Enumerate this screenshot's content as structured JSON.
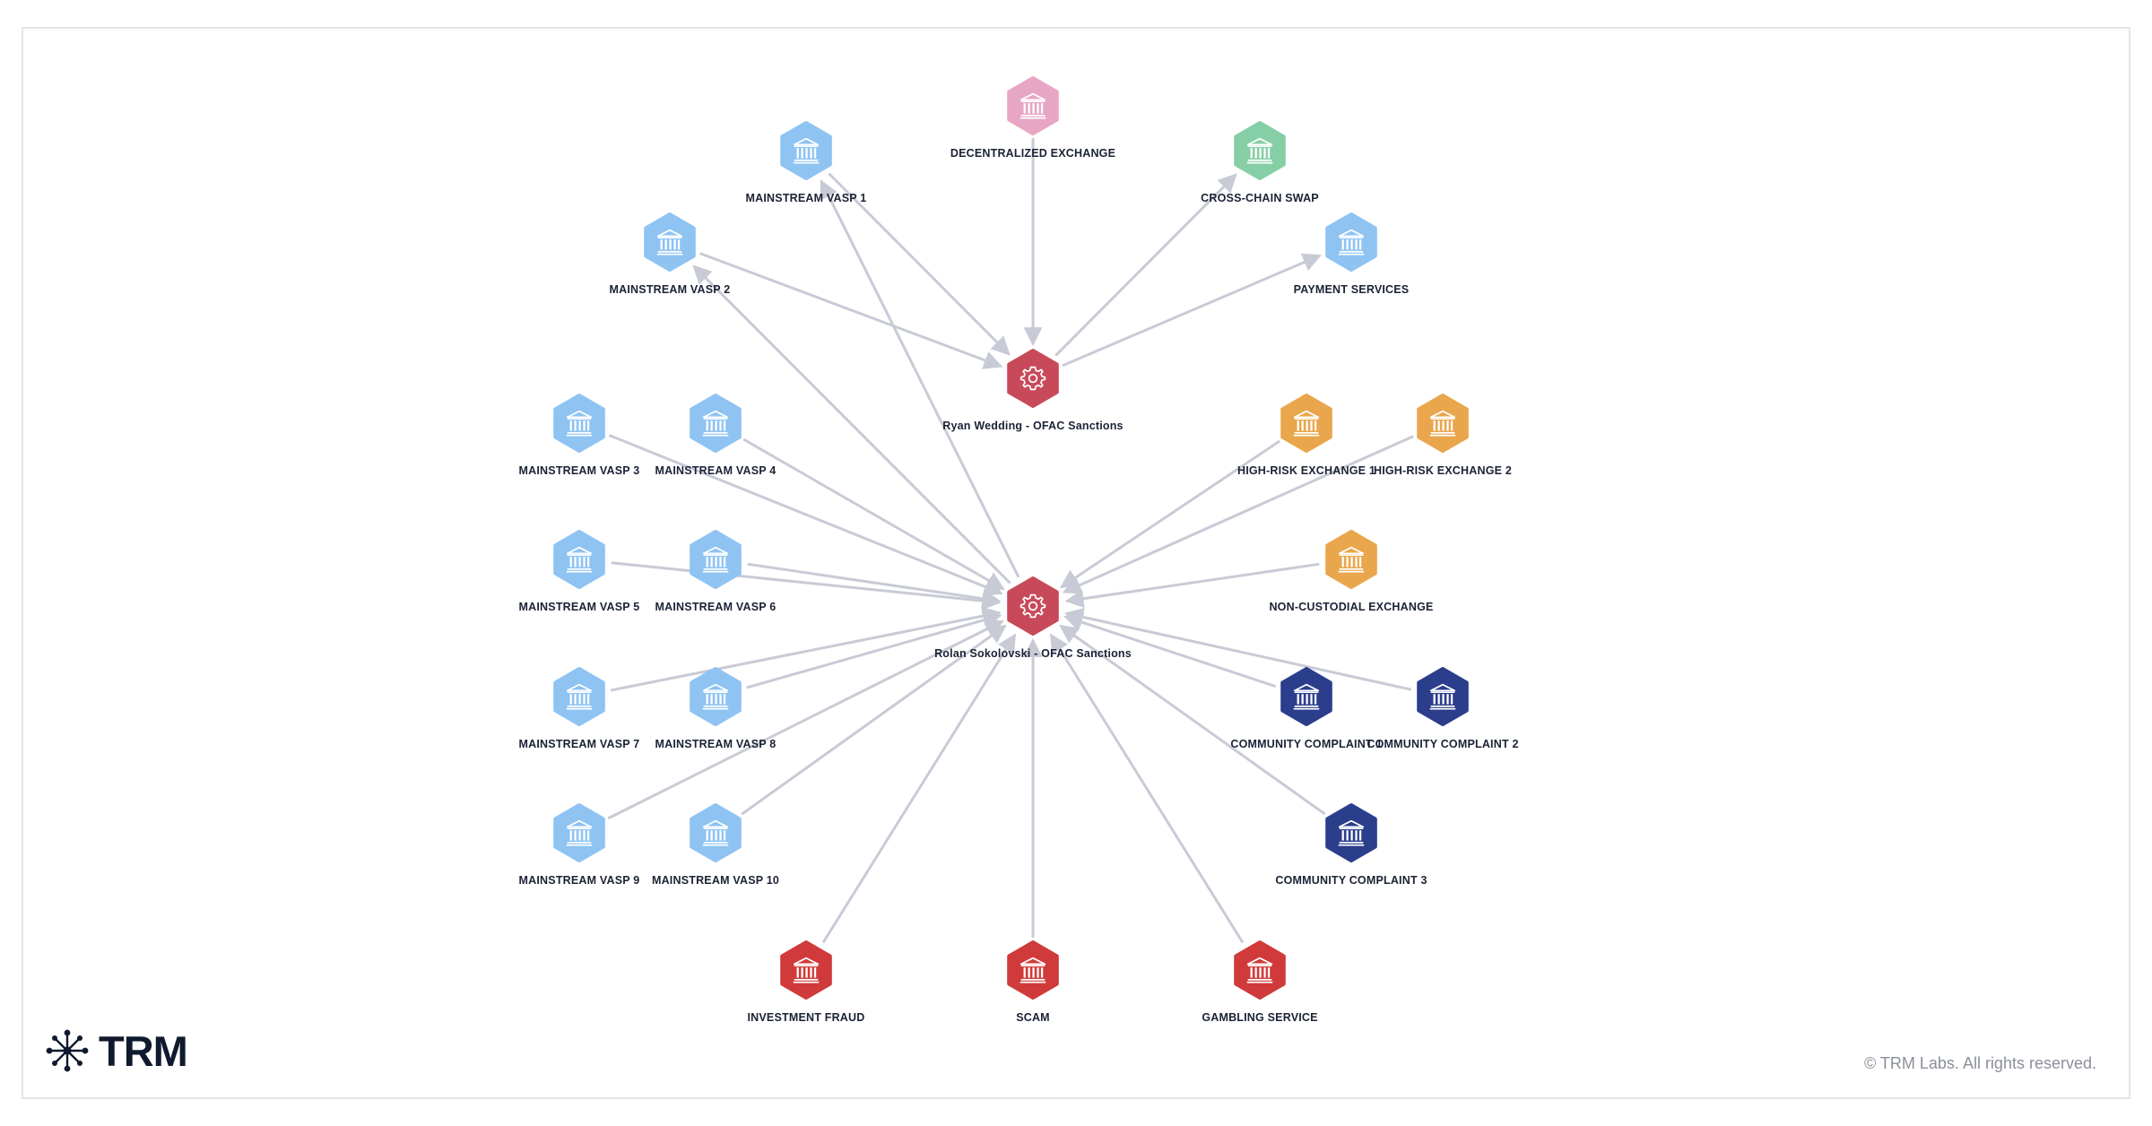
{
  "colors": {
    "edge": "#c8cbd6",
    "vasp": "#8ec3f2",
    "dex": "#e7a6c4",
    "swap": "#86cfa6",
    "sanctions": "#c84a5a",
    "high_risk": "#e9a64c",
    "complaint": "#2b3e8c",
    "illicit": "#d03a3a",
    "label": "#1b2236"
  },
  "nodes": [
    {
      "id": "dex",
      "label": "DECENTRALIZED EXCHANGE",
      "icon": "bank-icon",
      "color": "dex"
    },
    {
      "id": "vasp1",
      "label": "MAINSTREAM VASP 1",
      "icon": "bank-icon",
      "color": "vasp"
    },
    {
      "id": "swap",
      "label": "CROSS-CHAIN SWAP",
      "icon": "bank-icon",
      "color": "swap"
    },
    {
      "id": "vasp2",
      "label": "MAINSTREAM VASP 2",
      "icon": "bank-icon",
      "color": "vasp"
    },
    {
      "id": "payment",
      "label": "PAYMENT SERVICES",
      "icon": "bank-icon",
      "color": "vasp"
    },
    {
      "id": "ryan",
      "label": "Ryan Wedding - OFAC Sanctions",
      "icon": "gear-icon",
      "color": "sanctions"
    },
    {
      "id": "vasp3",
      "label": "MAINSTREAM VASP 3",
      "icon": "bank-icon",
      "color": "vasp"
    },
    {
      "id": "vasp4",
      "label": "MAINSTREAM VASP 4",
      "icon": "bank-icon",
      "color": "vasp"
    },
    {
      "id": "hre1",
      "label": "HIGH-RISK EXCHANGE 1",
      "icon": "bank-icon",
      "color": "high_risk"
    },
    {
      "id": "hre2",
      "label": "HIGH-RISK EXCHANGE 2",
      "icon": "bank-icon",
      "color": "high_risk"
    },
    {
      "id": "vasp5",
      "label": "MAINSTREAM VASP 5",
      "icon": "bank-icon",
      "color": "vasp"
    },
    {
      "id": "vasp6",
      "label": "MAINSTREAM VASP 6",
      "icon": "bank-icon",
      "color": "vasp"
    },
    {
      "id": "noncust",
      "label": "NON-CUSTODIAL EXCHANGE",
      "icon": "bank-icon",
      "color": "high_risk"
    },
    {
      "id": "rolan",
      "label": "Rolan Sokolovski - OFAC Sanctions",
      "icon": "gear-icon",
      "color": "sanctions"
    },
    {
      "id": "vasp7",
      "label": "MAINSTREAM VASP 7",
      "icon": "bank-icon",
      "color": "vasp"
    },
    {
      "id": "vasp8",
      "label": "MAINSTREAM VASP 8",
      "icon": "bank-icon",
      "color": "vasp"
    },
    {
      "id": "cc1",
      "label": "COMMUNITY COMPLAINT 1",
      "icon": "bank-icon",
      "color": "complaint"
    },
    {
      "id": "cc2",
      "label": "COMMUNITY COMPLAINT 2",
      "icon": "bank-icon",
      "color": "complaint"
    },
    {
      "id": "vasp9",
      "label": "MAINSTREAM VASP 9",
      "icon": "bank-icon",
      "color": "vasp"
    },
    {
      "id": "vasp10",
      "label": "MAINSTREAM VASP 10",
      "icon": "bank-icon",
      "color": "vasp"
    },
    {
      "id": "cc3",
      "label": "COMMUNITY COMPLAINT 3",
      "icon": "bank-icon",
      "color": "complaint"
    },
    {
      "id": "fraud",
      "label": "INVESTMENT FRAUD",
      "icon": "bank-icon",
      "color": "illicit"
    },
    {
      "id": "scam",
      "label": "SCAM",
      "icon": "bank-icon",
      "color": "illicit"
    },
    {
      "id": "gambling",
      "label": "GAMBLING SERVICE",
      "icon": "bank-icon",
      "color": "illicit"
    }
  ],
  "edges": [
    {
      "from": "dex",
      "to": "ryan"
    },
    {
      "from": "vasp1",
      "to": "ryan"
    },
    {
      "from": "vasp2",
      "to": "ryan"
    },
    {
      "from": "ryan",
      "to": "swap"
    },
    {
      "from": "ryan",
      "to": "payment"
    },
    {
      "from": "rolan",
      "to": "vasp1"
    },
    {
      "from": "rolan",
      "to": "vasp2"
    },
    {
      "from": "vasp3",
      "to": "rolan"
    },
    {
      "from": "vasp4",
      "to": "rolan"
    },
    {
      "from": "vasp5",
      "to": "rolan"
    },
    {
      "from": "vasp6",
      "to": "rolan"
    },
    {
      "from": "vasp7",
      "to": "rolan"
    },
    {
      "from": "vasp8",
      "to": "rolan"
    },
    {
      "from": "vasp9",
      "to": "rolan"
    },
    {
      "from": "vasp10",
      "to": "rolan"
    },
    {
      "from": "hre1",
      "to": "rolan"
    },
    {
      "from": "hre2",
      "to": "rolan"
    },
    {
      "from": "noncust",
      "to": "rolan"
    },
    {
      "from": "cc1",
      "to": "rolan"
    },
    {
      "from": "cc2",
      "to": "rolan"
    },
    {
      "from": "cc3",
      "to": "rolan"
    },
    {
      "from": "fraud",
      "to": "rolan"
    },
    {
      "from": "scam",
      "to": "rolan"
    },
    {
      "from": "gambling",
      "to": "rolan"
    }
  ],
  "logo": {
    "text": "TRM",
    "icon": "network-star-icon"
  },
  "footer": {
    "copyright": "© TRM Labs. All rights reserved."
  }
}
